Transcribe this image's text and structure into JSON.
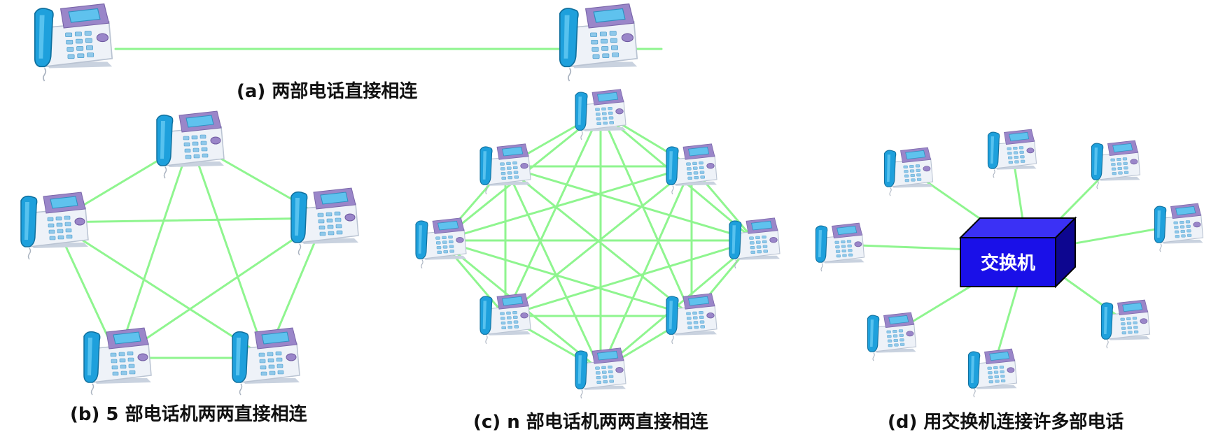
{
  "captions": {
    "a": "(a) 两部电话直接相连",
    "b": "(b) 5 部电话机两两直接相连",
    "c": "(c) n 部电话机两两直接相连",
    "d": "(d) 用交换机连接许多部电话"
  },
  "switch_label": "交换机",
  "colors": {
    "link": "#8ff58f",
    "switch_front": "#1a10e8",
    "switch_top": "#3b31f5",
    "switch_side": "#0d0690",
    "phone_body": "#eef2f8",
    "phone_handset": "#1ea0dc",
    "phone_panel": "#9a86c9",
    "phone_screen": "#5fc2ee",
    "caption": "#111111"
  },
  "icons": {
    "phone": "desk-telephone-icon",
    "switch": "switch-box-icon"
  }
}
